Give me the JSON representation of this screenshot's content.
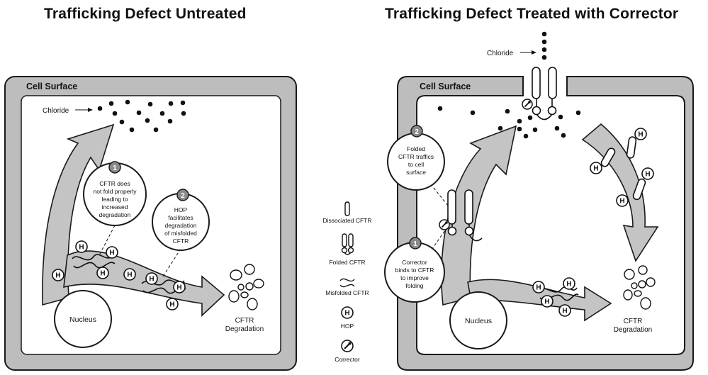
{
  "titles": {
    "left": "Trafficking Defect Untreated",
    "right": "Trafficking Defect Treated with Corrector"
  },
  "left_panel": {
    "cell_surface": "Cell Surface",
    "chloride": "Chloride",
    "nucleus": "Nucleus",
    "degradation": [
      "CFTR",
      "Degradation"
    ],
    "callout1": {
      "number": "1",
      "lines": [
        "CFTR does",
        "not fold properly",
        "leading to",
        "increased",
        "degradation"
      ]
    },
    "callout2": {
      "number": "2",
      "lines": [
        "HOP",
        "facilitates",
        "degradation",
        "of misfolded",
        "CFTR"
      ]
    },
    "hop": "H"
  },
  "right_panel": {
    "cell_surface": "Cell Surface",
    "chloride": "Chloride",
    "nucleus": "Nucleus",
    "degradation": [
      "CFTR",
      "Degradation"
    ],
    "callout1": {
      "number": "1",
      "lines": [
        "Corrector",
        "binds to CFTR",
        "to improve",
        "folding"
      ]
    },
    "callout2": {
      "number": "2",
      "lines": [
        "Folded",
        "CFTR traffics",
        "to cell",
        "surface"
      ]
    },
    "hop": "H"
  },
  "legend": {
    "items": [
      {
        "label": "Dissociated CFTR",
        "icon": "dissociated-cftr-icon"
      },
      {
        "label": "Folded CFTR",
        "icon": "folded-cftr-icon"
      },
      {
        "label": "Misfolded CFTR",
        "icon": "misfolded-cftr-icon"
      },
      {
        "label": "HOP",
        "icon": "hop-icon"
      },
      {
        "label": "Corrector",
        "icon": "corrector-icon"
      }
    ]
  },
  "colors": {
    "membrane_fill": "#bdbdbd",
    "stroke": "#1a1a1a",
    "arrow_fill": "#c4c4c4",
    "callout_number_fill": "#8a8a8a"
  }
}
